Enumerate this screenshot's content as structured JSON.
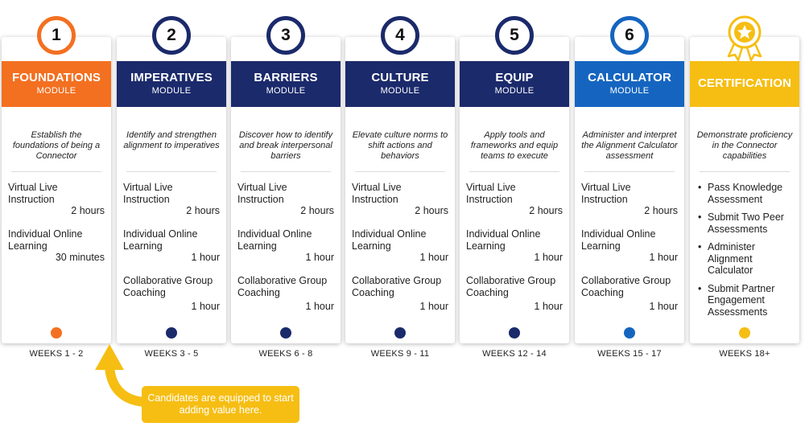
{
  "modules": [
    {
      "number": "1",
      "title": "FOUNDATIONS",
      "subtitle": "MODULE",
      "color": "#f37021",
      "description": "Establish the foundations of being a Connector",
      "items": [
        {
          "label": "Virtual Live Instruction",
          "duration": "2 hours"
        },
        {
          "label": "Individual Online Learning",
          "duration": "30 minutes"
        }
      ],
      "weeks": "WEEKS 1 - 2"
    },
    {
      "number": "2",
      "title": "IMPERATIVES",
      "subtitle": "MODULE",
      "color": "#1b2a6b",
      "description": "Identify and strengthen alignment to imperatives",
      "items": [
        {
          "label": "Virtual Live Instruction",
          "duration": "2 hours"
        },
        {
          "label": "Individual Online Learning",
          "duration": "1 hour"
        },
        {
          "label": "Collaborative Group Coaching",
          "duration": "1 hour"
        }
      ],
      "weeks": "WEEKS 3 - 5"
    },
    {
      "number": "3",
      "title": "BARRIERS",
      "subtitle": "MODULE",
      "color": "#1b2a6b",
      "description": "Discover how to identify and break interpersonal barriers",
      "items": [
        {
          "label": "Virtual Live Instruction",
          "duration": "2 hours"
        },
        {
          "label": "Individual Online Learning",
          "duration": "1 hour"
        },
        {
          "label": "Collaborative Group Coaching",
          "duration": "1 hour"
        }
      ],
      "weeks": "WEEKS 6 - 8"
    },
    {
      "number": "4",
      "title": "CULTURE",
      "subtitle": "MODULE",
      "color": "#1b2a6b",
      "description": "Elevate culture norms to shift actions and behaviors",
      "items": [
        {
          "label": "Virtual Live Instruction",
          "duration": "2 hours"
        },
        {
          "label": "Individual Online Learning",
          "duration": "1 hour"
        },
        {
          "label": "Collaborative Group Coaching",
          "duration": "1 hour"
        }
      ],
      "weeks": "WEEKS 9 - 11"
    },
    {
      "number": "5",
      "title": "EQUIP",
      "subtitle": "MODULE",
      "color": "#1b2a6b",
      "description": "Apply tools and frameworks and equip teams to execute",
      "items": [
        {
          "label": "Virtual Live Instruction",
          "duration": "2 hours"
        },
        {
          "label": "Individual Online Learning",
          "duration": "1 hour"
        },
        {
          "label": "Collaborative Group Coaching",
          "duration": "1 hour"
        }
      ],
      "weeks": "WEEKS 12 - 14"
    },
    {
      "number": "6",
      "title": "CALCULATOR",
      "subtitle": "MODULE",
      "color": "#1565c0",
      "description": "Administer and interpret the Alignment Calculator assessment",
      "items": [
        {
          "label": "Virtual Live Instruction",
          "duration": "2 hours"
        },
        {
          "label": "Individual Online Learning",
          "duration": "1 hour"
        },
        {
          "label": "Collaborative Group Coaching",
          "duration": "1 hour"
        }
      ],
      "weeks": "WEEKS 15 - 17"
    }
  ],
  "certification": {
    "title": "CERTIFICATION",
    "color": "#f6be13",
    "icon": "star-medal-icon",
    "description": "Demonstrate proficiency in the Connector capabilities",
    "bullets": [
      "Pass Knowledge Assessment",
      "Submit Two Peer Assessments",
      "Administer Alignment Calculator",
      "Submit Partner Engagement Assessments"
    ],
    "weeks": "WEEKS 18+"
  },
  "callout": {
    "text": "Candidates are equipped to start adding value here.",
    "color": "#f6be13"
  }
}
